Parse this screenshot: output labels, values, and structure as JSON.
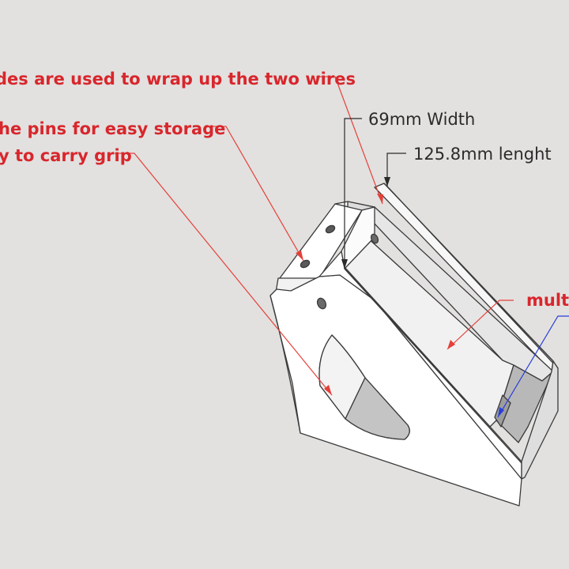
{
  "annotations": {
    "wrap_wires": "des are used to wrap up the two wires",
    "pins_storage": "he pins for easy storage",
    "carry_grip": "y to carry grip",
    "width": "69mm Width",
    "length": "125.8mm lenght",
    "multi": "multi"
  },
  "colors": {
    "background": "#e2e1df",
    "red_text": "#d8262c",
    "dark_text": "#2b2b2b",
    "red_leader": "#e5403a",
    "blue_leader": "#2a3fd8",
    "model_face": "#ffffff",
    "model_shade": "#c9c9c9",
    "model_edge": "#3a3a3a"
  }
}
